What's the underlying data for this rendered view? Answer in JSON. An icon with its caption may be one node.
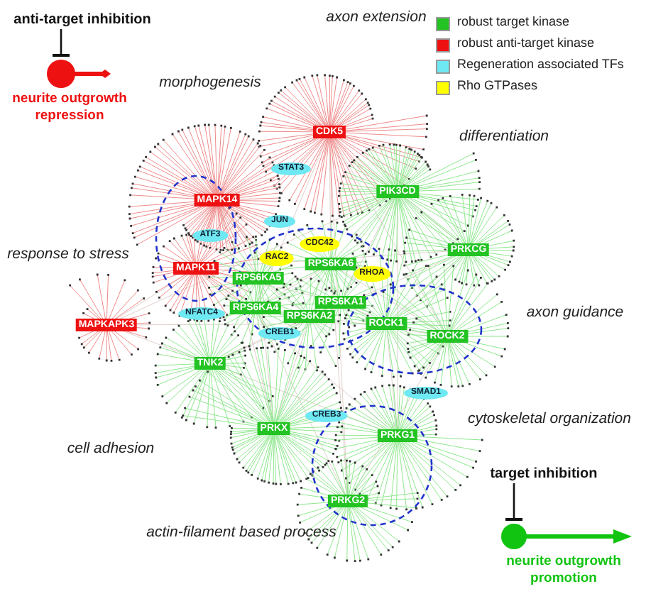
{
  "diagram": {
    "nodes": [
      {
        "text": [
          "anti-target inhibition"
        ]
      },
      {
        "text": [
          "neurite outgrowth repression"
        ]
      },
      {
        "text": [
          "CDK5"
        ]
      },
      {
        "text": [
          "STAT3"
        ]
      },
      {
        "text": [
          "PIK3CD"
        ]
      },
      {
        "text": [
          "MAPK14"
        ]
      },
      {
        "text": [
          "JUN"
        ]
      },
      {
        "text": [
          "CDC42"
        ]
      },
      {
        "text": [
          "ATF3"
        ]
      },
      {
        "text": [
          "PRKCG"
        ]
      },
      {
        "text": [
          "RAC2"
        ]
      },
      {
        "text": [
          "RPS6KA6"
        ]
      },
      {
        "text": [
          "MAPK11"
        ]
      },
      {
        "text": [
          "RPS6KA5"
        ]
      },
      {
        "text": [
          "RHOA"
        ]
      },
      {
        "text": [
          "RPS6KA1"
        ]
      },
      {
        "text": [
          "RPS6KA4"
        ]
      },
      {
        "text": [
          "NFATC4"
        ]
      },
      {
        "text": [
          "ROCK1"
        ]
      },
      {
        "text": [
          "RPS6KA2"
        ]
      },
      {
        "text": [
          "MAPKAPK3"
        ]
      },
      {
        "text": [
          "CREB1"
        ]
      },
      {
        "text": [
          "ROCK2"
        ]
      },
      {
        "text": [
          "TNK2"
        ]
      },
      {
        "text": [
          "SMAD1"
        ]
      },
      {
        "text": [
          "CREB3"
        ]
      },
      {
        "text": [
          "PRKX"
        ]
      },
      {
        "text": [
          "PRKG1"
        ]
      },
      {
        "text": [
          "target inhibition"
        ]
      },
      {
        "text": [
          "PRKG2"
        ]
      },
      {
        "text": [
          "neurite outgrowth promotion"
        ]
      }
    ],
    "edges": [
      {
        "from": 0,
        "to": 1,
        "arrow": "other"
      },
      {
        "from": 28,
        "to": 30,
        "arrow": "other"
      }
    ],
    "labels": [
      "axon extension",
      "morphogenesis",
      "differentiation",
      "response to stress",
      "axon guidance",
      "cytoskeletal organization",
      "cell adhesion",
      "actin-filament based process"
    ],
    "legend": [
      {
        "text": "robust target kinase",
        "color": "#22c322"
      },
      {
        "text": "robust anti-target kinase",
        "color": "#ee1111"
      },
      {
        "text": "Regeneration associated TFs",
        "color": "#6ee8f2"
      },
      {
        "text": "Rho GTPases",
        "color": "#ffff00"
      }
    ]
  }
}
